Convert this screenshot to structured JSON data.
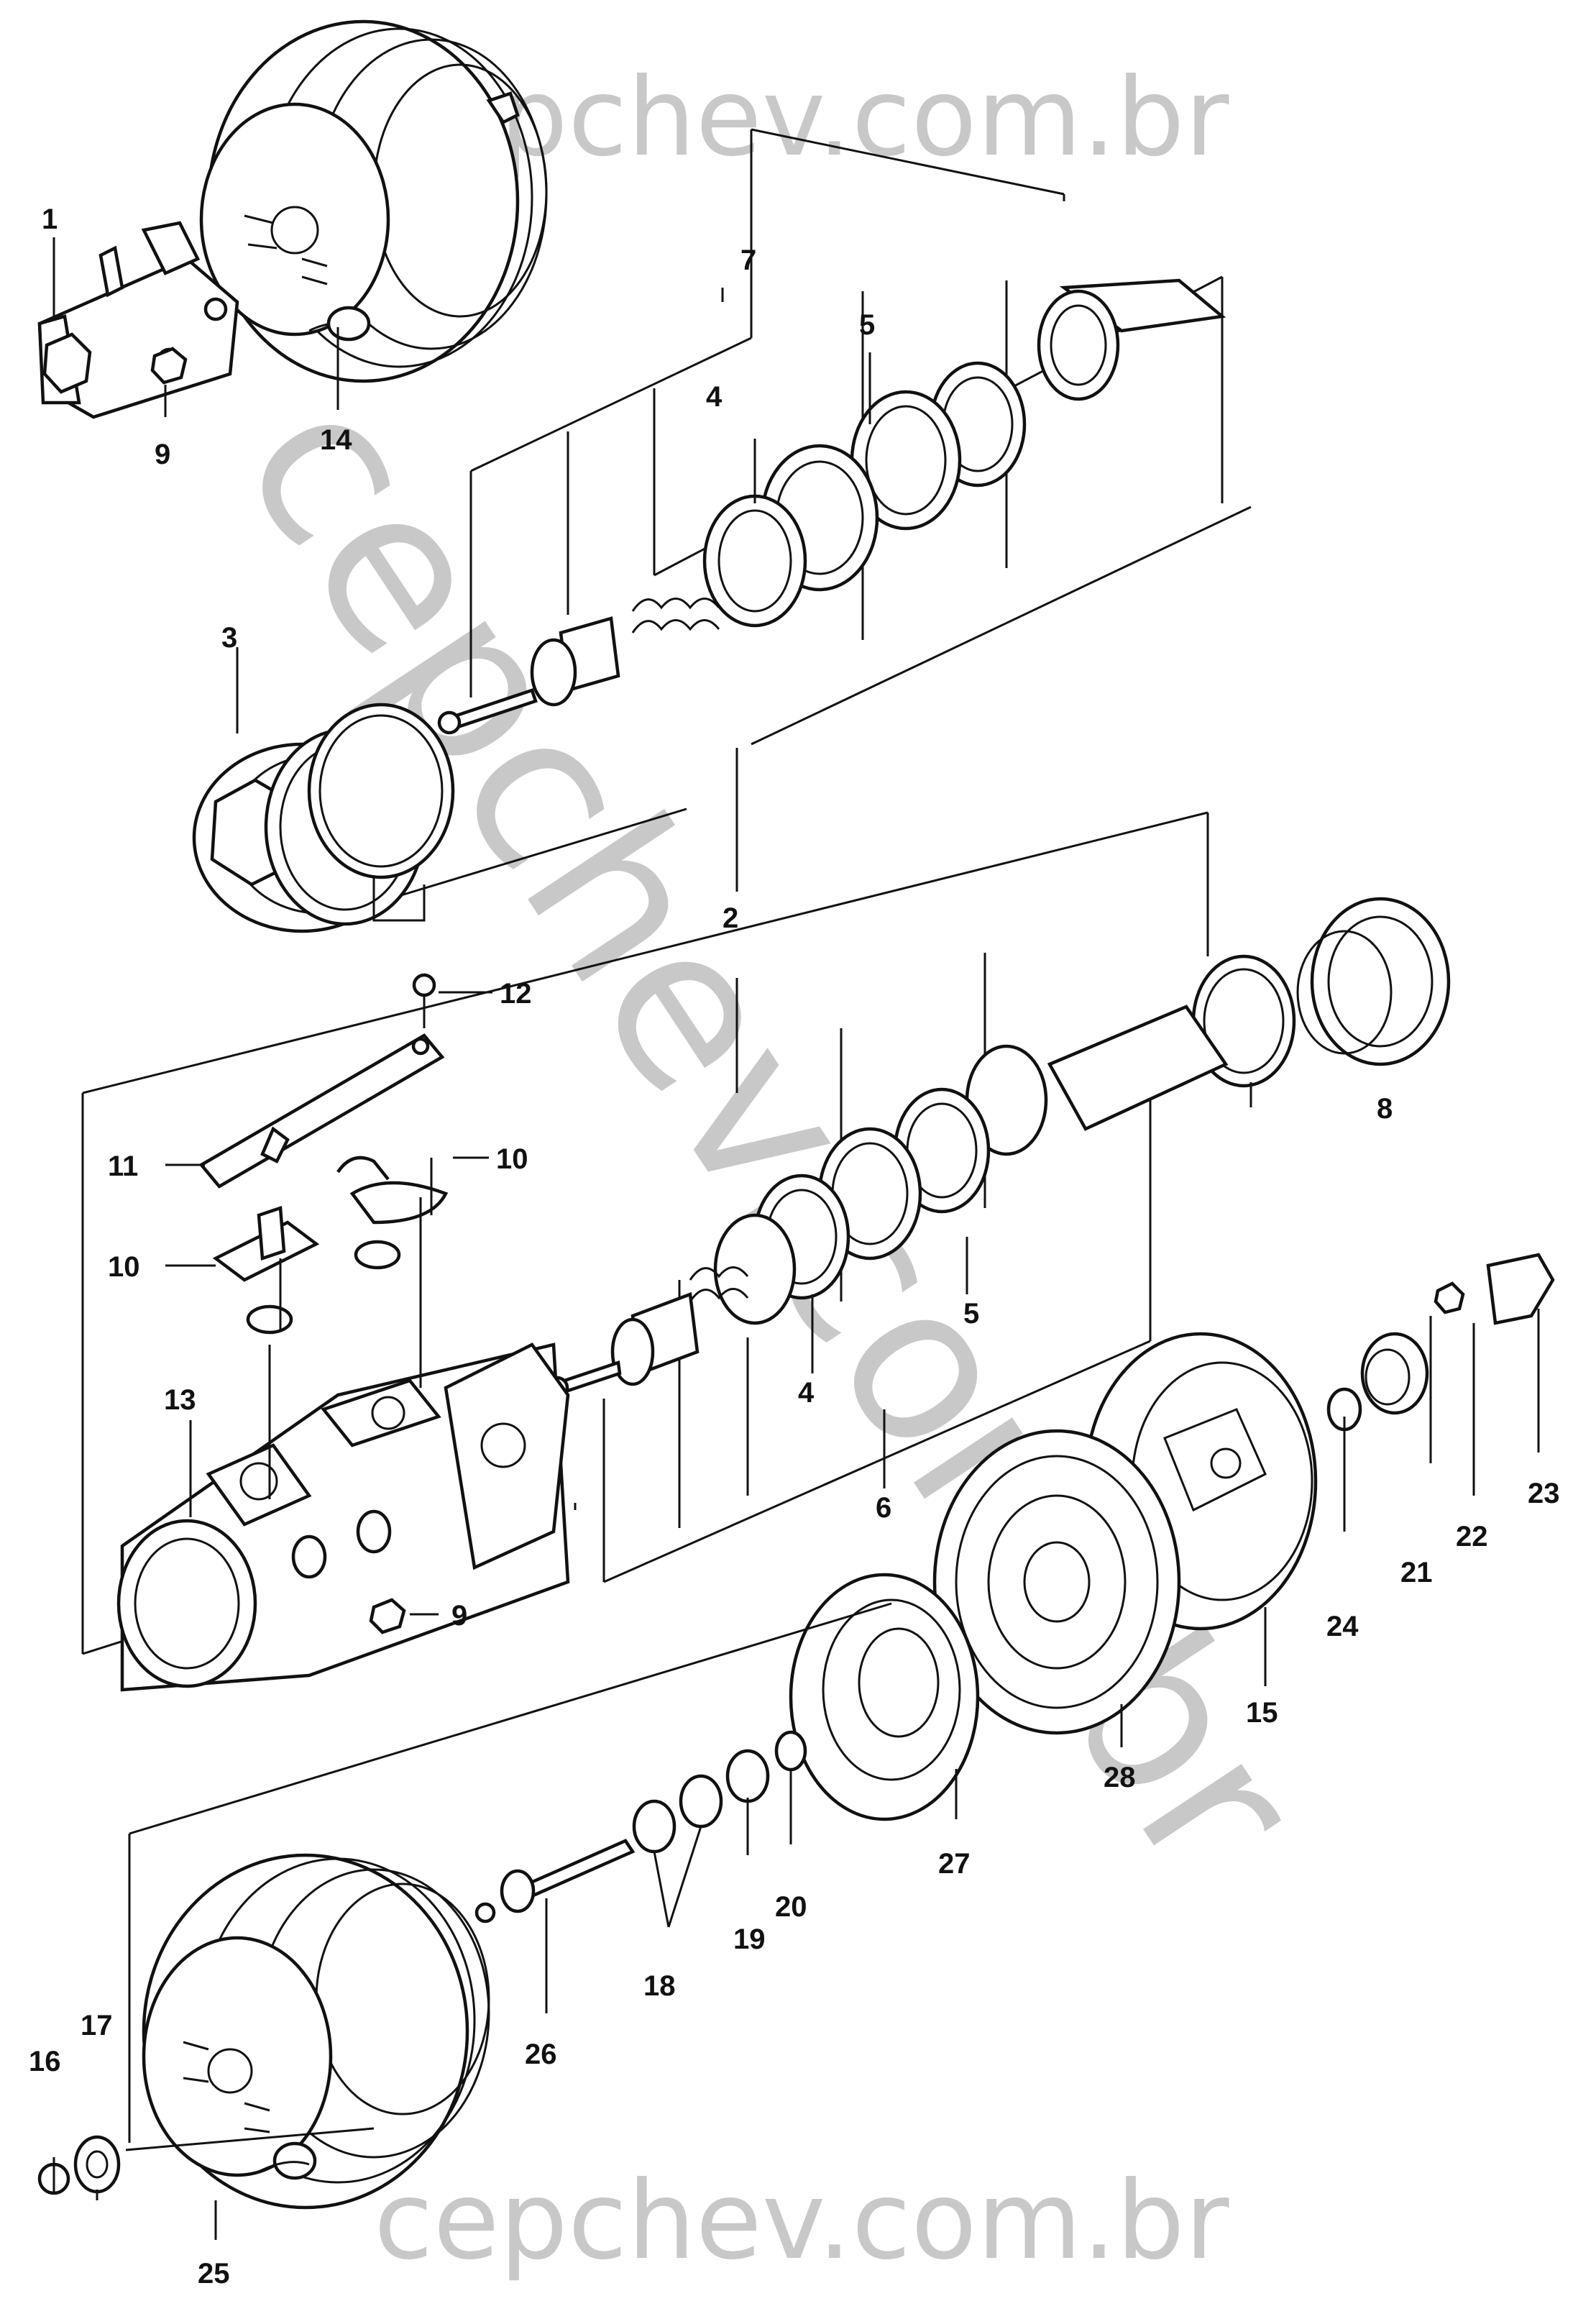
{
  "watermark": {
    "top": "cepchev.com.br",
    "diagonal": "cepchev.com.br",
    "bottom": "cepchev.com.br"
  },
  "callouts": {
    "c1": "1",
    "c2": "2",
    "c3": "3",
    "c4a": "4",
    "c4b": "4",
    "c5a": "5",
    "c5b": "5",
    "c6": "6",
    "c7": "7",
    "c8": "8",
    "c9a": "9",
    "c9b": "9",
    "c10a": "10",
    "c10b": "10",
    "c11": "11",
    "c12": "12",
    "c13": "13",
    "c14": "14",
    "c15": "15",
    "c16": "16",
    "c17": "17",
    "c18": "18",
    "c19": "19",
    "c20": "20",
    "c21": "21",
    "c22": "22",
    "c23": "23",
    "c24": "24",
    "c25": "25",
    "c26": "26",
    "c27": "27",
    "c28": "28"
  }
}
